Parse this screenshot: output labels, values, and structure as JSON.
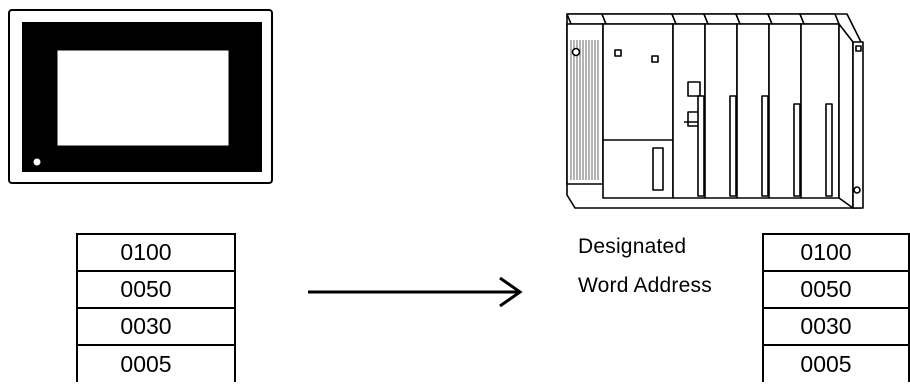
{
  "panel": {
    "icon": "touch-panel-display-icon"
  },
  "plc": {
    "icon": "plc-rack-icon"
  },
  "source_words": [
    "0100",
    "0050",
    "0030",
    "0005"
  ],
  "transfer_arrow": {
    "icon": "arrow-right-icon"
  },
  "destination": {
    "label_line1": "Designated",
    "label_line2": "Word Address",
    "words": [
      "0100",
      "0050",
      "0030",
      "0005"
    ]
  }
}
